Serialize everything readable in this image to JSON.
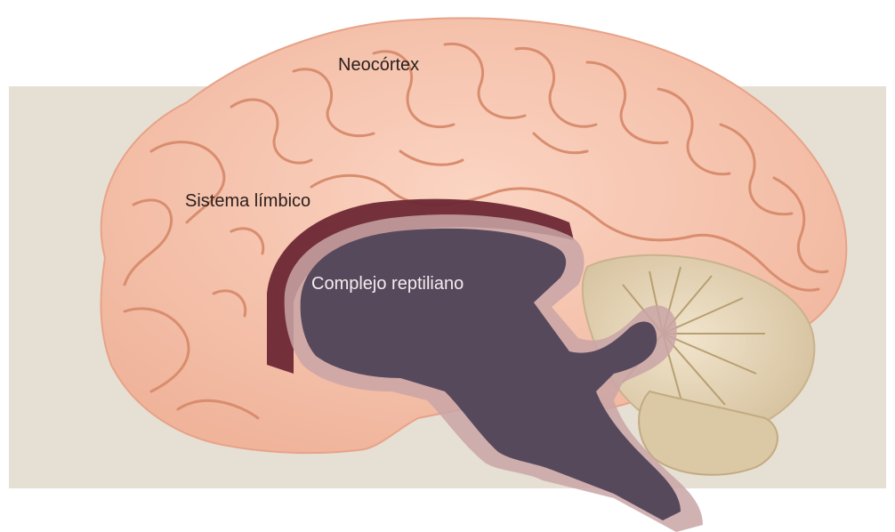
{
  "diagram": {
    "labels": {
      "neocortex": "Neocórtex",
      "limbic": "Sistema límbico",
      "reptilian": "Complejo reptiliano"
    }
  },
  "colors": {
    "background_band": "#e6dfd3",
    "neocortex": "#f7c6b0",
    "gyri_lines": "#d98d6f",
    "limbic": "#6d2834",
    "reptilian": "#57495c",
    "reptilian_halo": "#c9a4a6",
    "cerebellum": "#e6d6ba"
  }
}
